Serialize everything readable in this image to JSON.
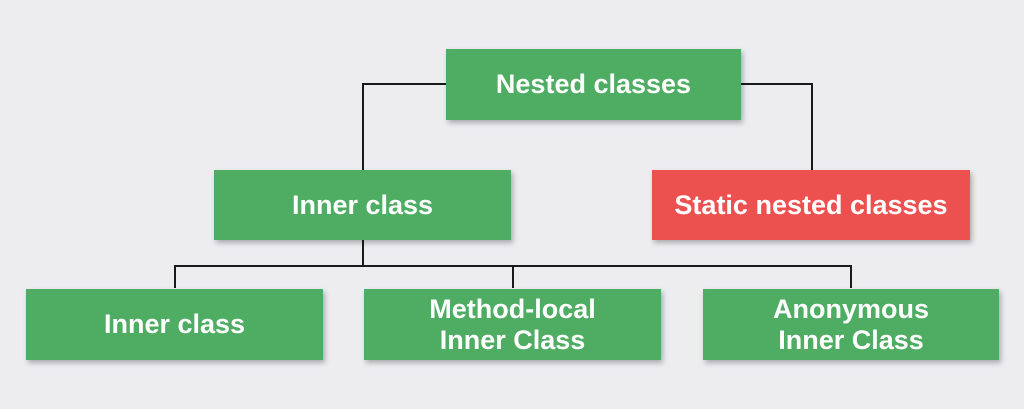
{
  "diagram": {
    "colors": {
      "green_node": "#4ead62",
      "red_node": "#ec5150",
      "connector": "#1a1a1a",
      "background": "#ededf0",
      "text": "#ffffff"
    },
    "root": {
      "label": "Nested classes"
    },
    "inner_class": {
      "label": "Inner class"
    },
    "static_nested": {
      "label": "Static nested classes"
    },
    "leaf_inner_class": {
      "label": "Inner class"
    },
    "leaf_method_local": {
      "line1": "Method-local",
      "line2": "Inner Class"
    },
    "leaf_anonymous": {
      "line1": "Anonymous",
      "line2": "Inner Class"
    }
  }
}
